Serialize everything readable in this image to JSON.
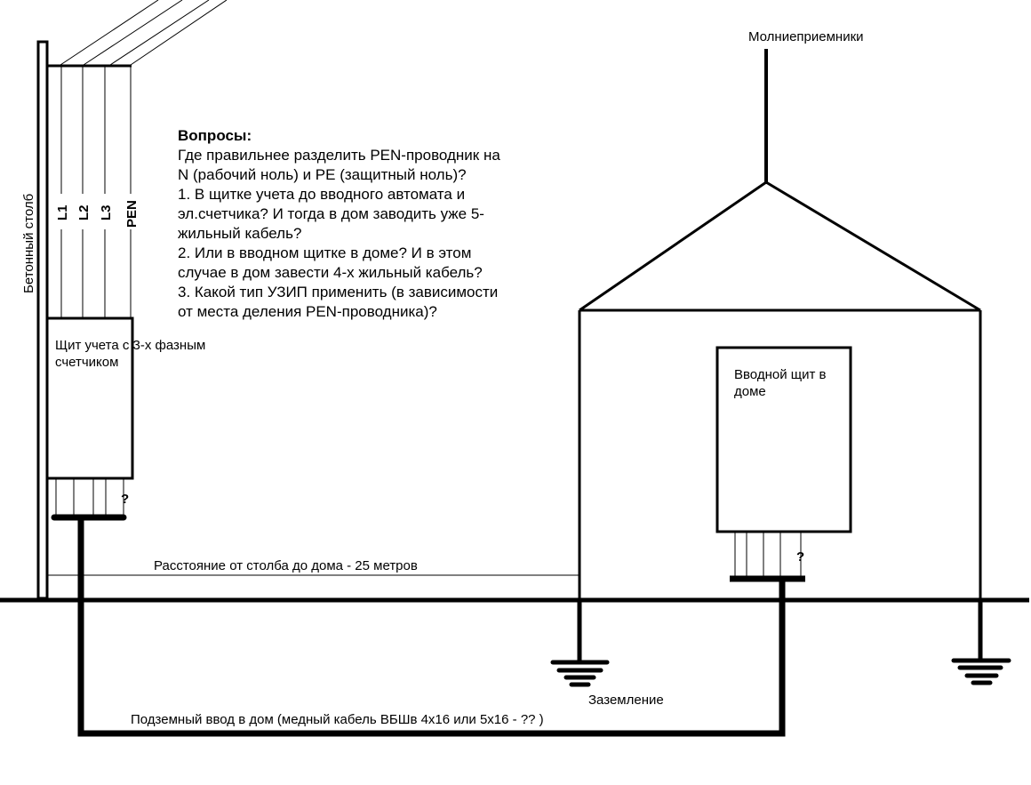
{
  "labels": {
    "pole": "Бетонный столб",
    "lightning_rods": "Молниеприемники",
    "meter_panel_line1": "Щит учета с 3-х фазным",
    "meter_panel_line2": "счетчиком",
    "house_panel_line1": "Вводной щит в",
    "house_panel_line2": "доме",
    "distance": "Расстояние от столба до дома - 25 метров",
    "grounding": "Заземление",
    "underground_cable": "Подземный ввод в дом (медный кабель ВБШв 4х16 или 5х16 - ?? )",
    "question_mark": "?"
  },
  "wires": [
    "L1",
    "L2",
    "L3",
    "PEN"
  ],
  "questions": {
    "title": "Вопросы:",
    "lines": [
      "Где правильнее разделить PEN-проводник на",
      "N (рабочий ноль) и PE (защитный ноль)?",
      "1. В щитке учета до вводного автомата и",
      "эл.счетчика? И тогда в дом заводить уже 5-",
      "жильный кабель?",
      "2. Или в вводном щитке в доме? И в этом",
      "случае в дом завести 4-х жильный кабель?",
      "3. Какой тип УЗИП применить (в зависимости",
      "от места деления PEN-проводника)?"
    ]
  }
}
